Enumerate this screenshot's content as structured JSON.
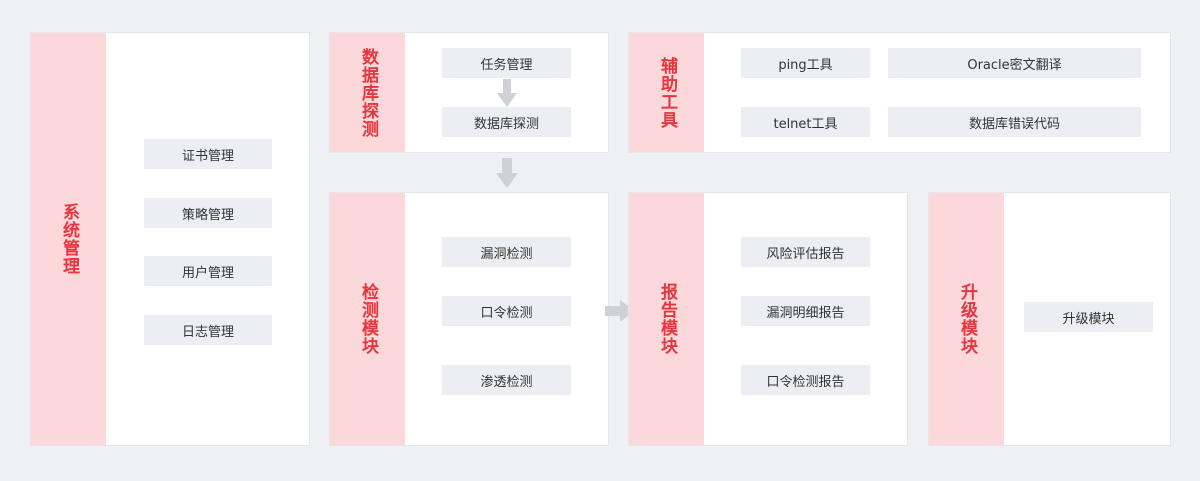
{
  "colors": {
    "background": "#eef0f4",
    "side_fill": "#fdd8da",
    "side_text": "#e8343e",
    "item_fill": "#eceef3",
    "arrow": "#cfd1d6"
  },
  "system": {
    "title": "系统管理",
    "items": [
      "证书管理",
      "策略管理",
      "用户管理",
      "日志管理"
    ]
  },
  "db_probe": {
    "title": "数据库探测",
    "items": [
      "任务管理",
      "数据库探测"
    ]
  },
  "aux_tools": {
    "title": "辅助工具",
    "items": [
      "ping工具",
      "Oracle密文翻译",
      "telnet工具",
      "数据库错误代码"
    ]
  },
  "detect": {
    "title": "检测模块",
    "items": [
      "漏洞检测",
      "口令检测",
      "渗透检测"
    ]
  },
  "report": {
    "title": "报告模块",
    "items": [
      "风险评估报告",
      "漏洞明细报告",
      "口令检测报告"
    ]
  },
  "upgrade": {
    "title": "升级模块",
    "items": [
      "升级模块"
    ]
  }
}
